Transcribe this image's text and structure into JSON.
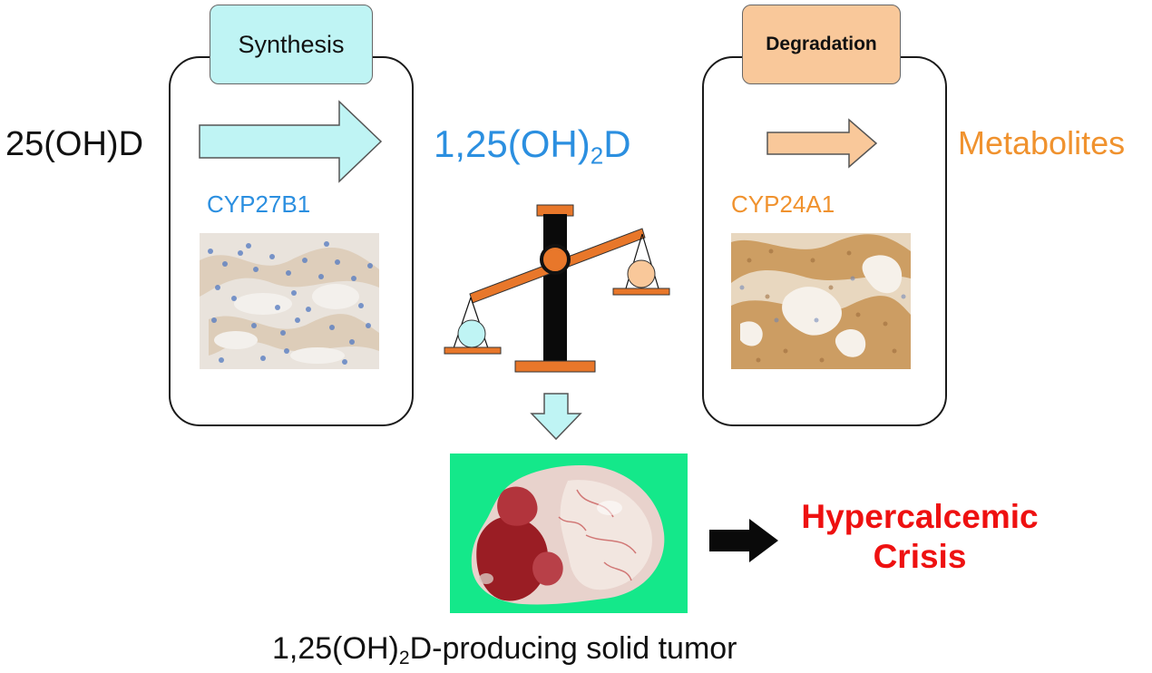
{
  "substrate": "25(OH)D",
  "product": {
    "base": "1,25(OH)",
    "sub": "2",
    "tail": "D"
  },
  "metabolites": "Metabolites",
  "synthesis": {
    "label": "Synthesis",
    "enzyme": "CYP27B1"
  },
  "degradation": {
    "label": "Degradation",
    "enzyme": "CYP24A1"
  },
  "outcome": {
    "line1": "Hypercalcemic",
    "line2": "Crisis"
  },
  "caption": {
    "base": "1,25(OH)",
    "sub": "2",
    "tail": "D-producing solid tumor"
  },
  "colors": {
    "blue_text": "#2b8fe0",
    "orange_text": "#f0922e",
    "red_text": "#ee1111",
    "synthesis_fill": "#bff4f4",
    "degradation_fill": "#f9c89a",
    "scale_orange": "#e8772a",
    "tumor_bg": "#14e88a"
  },
  "icons": [
    "synthesis-arrow-icon",
    "degradation-arrow-icon",
    "balance-scale-icon",
    "down-arrow-icon",
    "right-arrow-icon",
    "tumor-photo",
    "cyp27b1-tissue-stain",
    "cyp24a1-tissue-stain"
  ]
}
